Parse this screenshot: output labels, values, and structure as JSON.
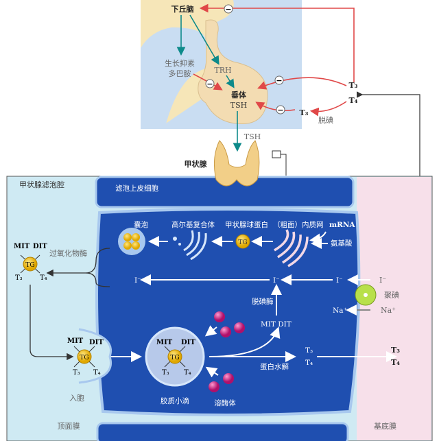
{
  "top": {
    "hypothalamus": "下丘脑",
    "somatostatin": "生长抑素",
    "dopamine": "多巴胺",
    "trh": "TRH",
    "pituitary": "垂体",
    "tsh_in_pituitary": "TSH",
    "tsh_arrow": "TSH",
    "thyroid": "甲状腺",
    "t3_right": "T₃",
    "t4_right": "T₄",
    "t3_deiod": "T₃",
    "deiodination": "脱碘",
    "minus": "−"
  },
  "cell": {
    "follicle_lumen": "甲状腺滤泡腔",
    "epithelial_cell": "滤泡上皮细胞",
    "vesicle": "囊泡",
    "golgi": "高尔基复合体",
    "thyroglobulin": "甲状腺球蛋白",
    "rer": "（粗面）内质网",
    "mrna": "mRNA",
    "amino_acid": "氨基酸",
    "tg": "TG",
    "mit": "MIT",
    "dit": "DIT",
    "t3": "T₃",
    "t4": "T₄",
    "peroxidase": "过氧化物酶",
    "iodide": "I⁻",
    "iodide_pump": "聚碘",
    "sodium": "Na⁺",
    "deiodinase": "脱碘酶",
    "mit_dit": "MIT  DIT",
    "proteolysis": "蛋白水解",
    "colloid_droplet": "胶质小滴",
    "lysosome": "溶酶体",
    "endocytosis": "入胞",
    "apical_membrane": "顶面膜",
    "basal_membrane": "基底膜"
  },
  "colors": {
    "cell": "#1f4fb0",
    "lumen": "#cfeaf3",
    "interstitium": "#f7e0ea",
    "feedback": "#e04848",
    "stimulate": "#0d8a8a"
  }
}
